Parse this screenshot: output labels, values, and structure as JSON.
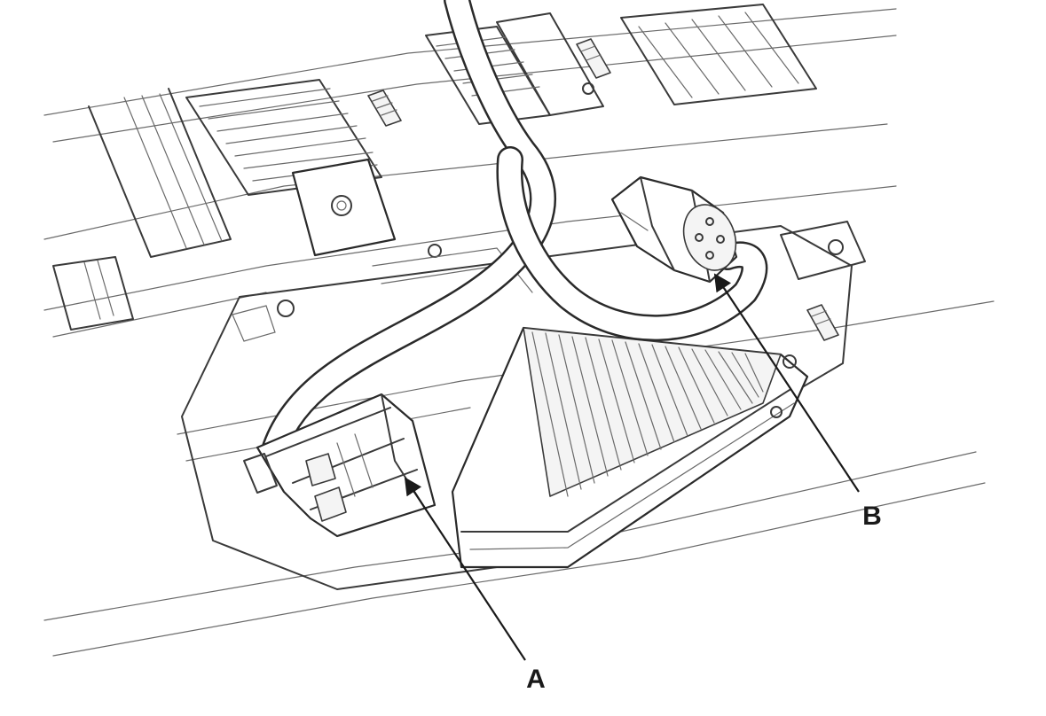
{
  "diagram": {
    "callouts": [
      {
        "id": "A",
        "label": "A"
      },
      {
        "id": "B",
        "label": "B"
      }
    ]
  }
}
